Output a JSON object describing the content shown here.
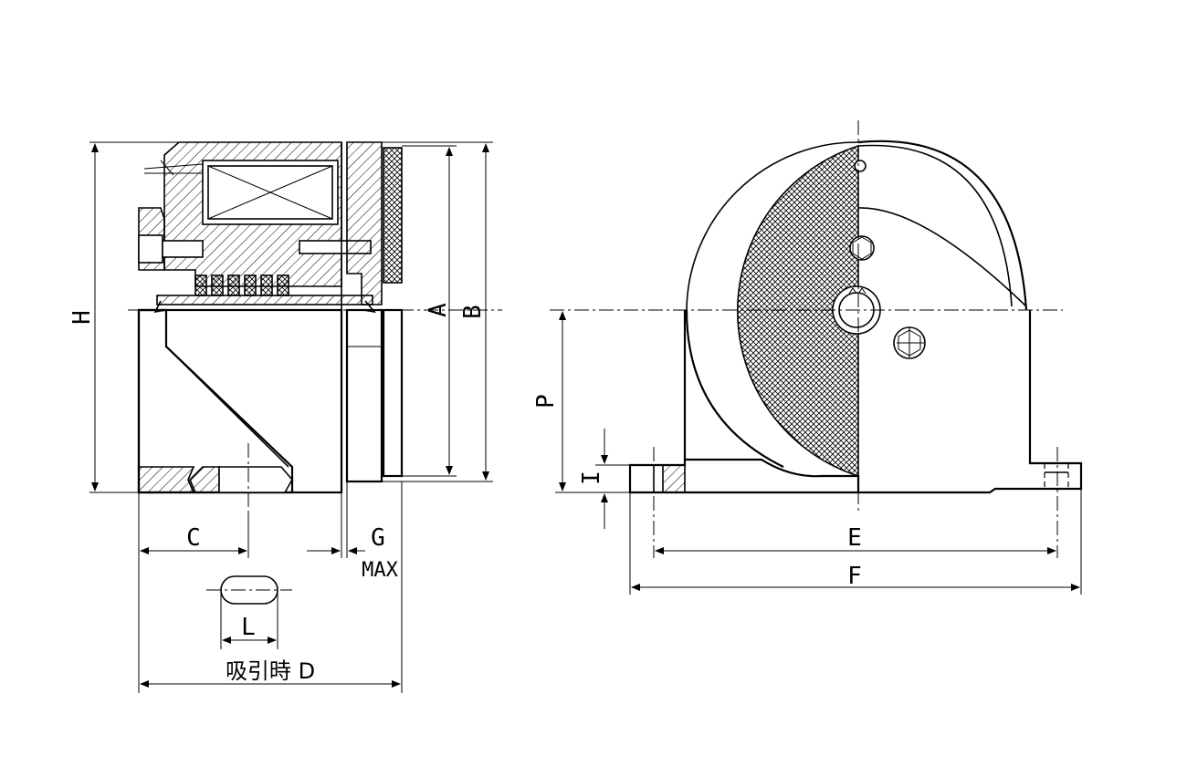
{
  "labels": {
    "H": "H",
    "A": "A",
    "B": "B",
    "C": "C",
    "G": "G",
    "G_max": "MAX",
    "L": "L",
    "D": "吸引時 D",
    "P": "P",
    "I": "I",
    "E": "E",
    "F": "F"
  }
}
